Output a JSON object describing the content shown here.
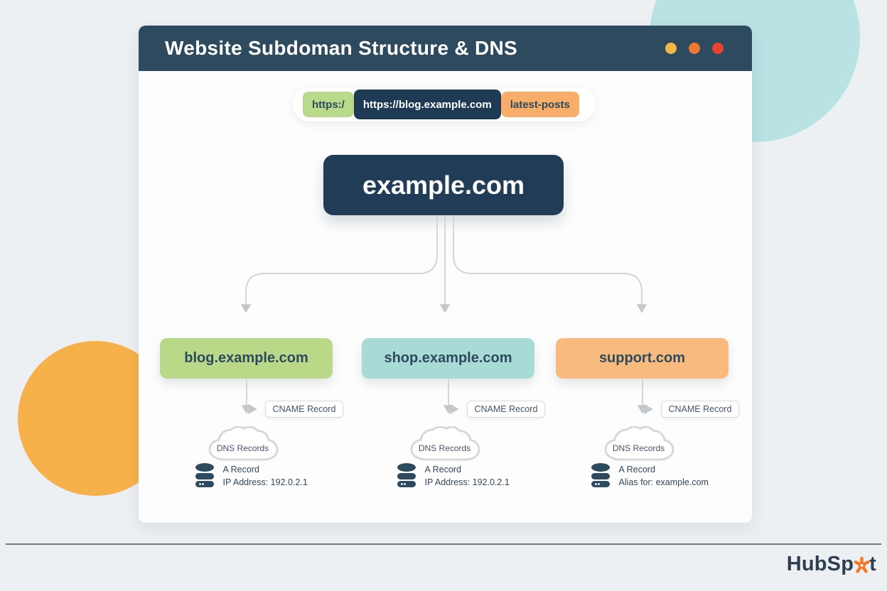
{
  "window": {
    "title": "Website Subdoman Structure & DNS",
    "traffic_lights": [
      {
        "name": "yellow",
        "color": "#f2b64a"
      },
      {
        "name": "orange",
        "color": "#ee7733"
      },
      {
        "name": "red",
        "color": "#e8432f"
      }
    ]
  },
  "url_bar": {
    "protocol": "https:/",
    "address": "https://blog.example.com",
    "path": "latest-posts"
  },
  "diagram": {
    "root": {
      "label": "example.com",
      "color": "#203c56"
    },
    "columns": [
      {
        "domain": "blog.example.com",
        "box_color": "#b9d989",
        "cname_label": "CNAME Record",
        "cloud_label": "DNS Records",
        "record_type": "A Record",
        "record_detail": "IP Address: 192.0.2.1"
      },
      {
        "domain": "shop.example.com",
        "box_color": "#a9dbd6",
        "cname_label": "CNAME Record",
        "cloud_label": "DNS Records",
        "record_type": "A Record",
        "record_detail": "IP Address: 192.0.2.1"
      },
      {
        "domain": "support.com",
        "box_color": "#f8bb7d",
        "cname_label": "CNAME Record",
        "cloud_label": "DNS Records",
        "record_type": "A Record",
        "record_detail": "Alias for: example.com"
      }
    ]
  },
  "decor": {
    "circle_teal": "#b9e2e3",
    "circle_yellow": "#f7b14b",
    "background": "#edf0f2"
  },
  "footer": {
    "brand": "HubSpot",
    "brand_prefix": "HubSp",
    "brand_suffix": "t",
    "sprocket_color": "#f57722"
  }
}
